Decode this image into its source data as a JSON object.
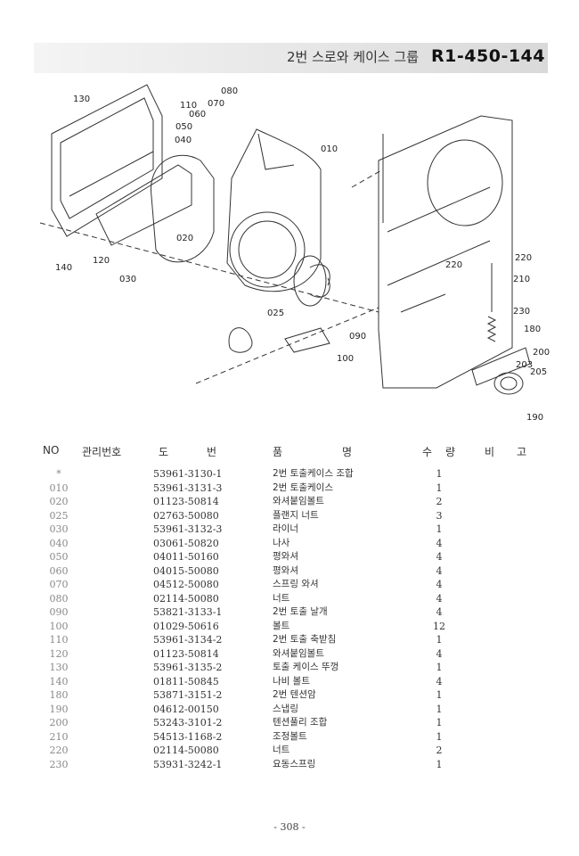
{
  "header": {
    "title_kr": "2번 스로와 케이스 그룹",
    "code": "R1-450-144"
  },
  "diagram": {
    "callouts": [
      "130",
      "110",
      "080",
      "070",
      "060",
      "050",
      "040",
      "010",
      "020",
      "120",
      "140",
      "030",
      "025",
      "090",
      "100",
      "220",
      "220",
      "210",
      "230",
      "180",
      "200",
      "203",
      "205",
      "190"
    ]
  },
  "table": {
    "headers": {
      "no": "NO",
      "mgmt": "관리번호",
      "drawing_1": "도",
      "drawing_2": "번",
      "name_1": "품",
      "name_2": "명",
      "qty_1": "수",
      "qty_2": "량",
      "remarks_1": "비",
      "remarks_2": "고"
    },
    "rows": [
      {
        "no": "*",
        "part": "53961-3130-1",
        "name": "2번 토출케이스 조합",
        "qty": "1"
      },
      {
        "no": "010",
        "part": "53961-3131-3",
        "name": "2번 토출케이스",
        "qty": "1"
      },
      {
        "no": "020",
        "part": "01123-50814",
        "name": "와셔붙임볼트",
        "qty": "2"
      },
      {
        "no": "025",
        "part": "02763-50080",
        "name": "플랜지 너트",
        "qty": "3"
      },
      {
        "no": "030",
        "part": "53961-3132-3",
        "name": "라이너",
        "qty": "1"
      },
      {
        "no": "040",
        "part": "03061-50820",
        "name": "나사",
        "qty": "4"
      },
      {
        "no": "050",
        "part": "04011-50160",
        "name": "평와셔",
        "qty": "4"
      },
      {
        "no": "060",
        "part": "04015-50080",
        "name": "평와셔",
        "qty": "4"
      },
      {
        "no": "070",
        "part": "04512-50080",
        "name": "스프링 와셔",
        "qty": "4"
      },
      {
        "no": "080",
        "part": "02114-50080",
        "name": "너트",
        "qty": "4"
      },
      {
        "no": "090",
        "part": "53821-3133-1",
        "name": "2번 토출 날개",
        "qty": "4"
      },
      {
        "no": "100",
        "part": "01029-50616",
        "name": "볼트",
        "qty": "12"
      },
      {
        "no": "110",
        "part": "53961-3134-2",
        "name": "2번 토출 축받침",
        "qty": "1"
      },
      {
        "no": "120",
        "part": "01123-50814",
        "name": "와셔붙임볼트",
        "qty": "4"
      },
      {
        "no": "130",
        "part": "53961-3135-2",
        "name": "토출 케이스 뚜껑",
        "qty": "1"
      },
      {
        "no": "140",
        "part": "01811-50845",
        "name": "나비 볼트",
        "qty": "4"
      },
      {
        "no": "180",
        "part": "53871-3151-2",
        "name": "2번 텐션암",
        "qty": "1"
      },
      {
        "no": "190",
        "part": "04612-00150",
        "name": "스냅링",
        "qty": "1"
      },
      {
        "no": "200",
        "part": "53243-3101-2",
        "name": "텐션풀리 조합",
        "qty": "1"
      },
      {
        "no": "210",
        "part": "54513-1168-2",
        "name": "조정볼트",
        "qty": "1"
      },
      {
        "no": "220",
        "part": "02114-50080",
        "name": "너트",
        "qty": "2"
      },
      {
        "no": "230",
        "part": "53931-3242-1",
        "name": "요동스프링",
        "qty": "1"
      }
    ]
  },
  "footer": {
    "page": "- 308 -"
  }
}
